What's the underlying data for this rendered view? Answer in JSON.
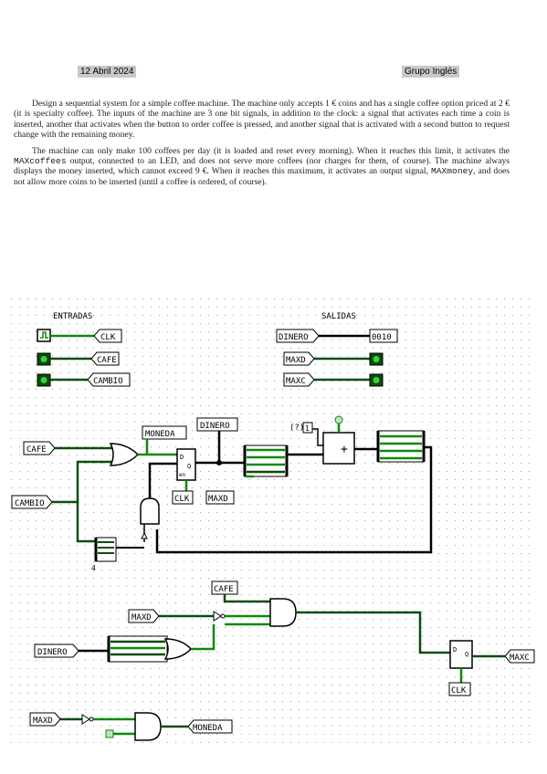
{
  "header": {
    "date": "12 Abril 2024",
    "group": "Grupo Inglés"
  },
  "paragraph1": "Design a sequential system for a simple coffee machine. The machine only accepts 1 € coins and has a single coffee option priced at 2 € (it is specialty coffee). The inputs of the machine are 3 one bit signals, in addition to the clock: a signal that activates each time a coin is inserted, another that activates when the button to order coffee is pressed, and another signal that is activated with a second button to request change with the remaining money.",
  "paragraph2": {
    "part1": "The machine can only make 100 coffees per day (it is loaded and reset every morning). When it reaches this limit, it activates the ",
    "maxcoffees": "MAXcoffees",
    "part2": " output, connected to an LED, and does not serve more coffees (nor charges for them, of course). The machine always displays the money inserted, which cannot exceed 9 €. When it reaches this maximum, it activates an output signal, ",
    "maxmoney": "MAXmoney",
    "part3": ", and does not allow more coins to be inserted (until a coffee is ordered, of course)."
  },
  "circuit": {
    "entradas_title": "ENTRADAS",
    "salidas_title": "SALIDAS",
    "inputs": [
      "CLK",
      "CAFE",
      "CAMBIO"
    ],
    "outputs": [
      "DINERO",
      "MAXD",
      "MAXC"
    ],
    "outputs_right": [
      "0010"
    ],
    "tags": {
      "cafe": "CAFE",
      "cambio": "CAMBIO",
      "moneda": "MONEDA",
      "dinero": "DINERO",
      "clk": "CLK",
      "maxd": "MAXD",
      "maxc": "MAXC",
      "constant": "(?)",
      "const_one": "1"
    },
    "splitter_label": "4",
    "register_labels": {
      "d": "D",
      "q": "Q",
      "en": "en"
    },
    "adder_sign": "+",
    "wire_colors": {
      "active": "#0a8a0a",
      "dark": "#0b4d0b",
      "idle": "#000000"
    }
  }
}
